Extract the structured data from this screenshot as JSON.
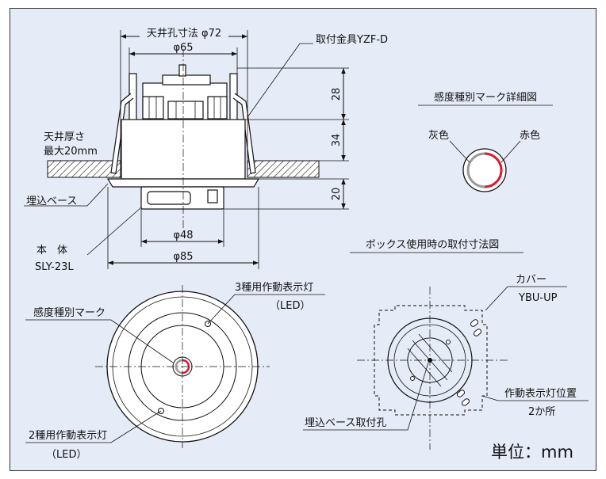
{
  "side_view": {
    "ceiling_hole": "天井孔寸法 φ72",
    "dia_65": "φ65",
    "bracket": "取付金具YZF-D",
    "ceiling_thickness_line1": "天井厚さ",
    "ceiling_thickness_line2": "最大20mm",
    "embed_base": "埋込ベース",
    "body_label": "本　体",
    "model": "SLY-23L",
    "dia_48": "φ48",
    "dia_85": "φ85",
    "h_28": "28",
    "h_34": "34",
    "h_20": "20"
  },
  "mark_detail": {
    "title": "感度種別マーク詳細図",
    "gray_label": "灰色",
    "red_label": "赤色"
  },
  "front_view": {
    "sensitivity_mark": "感度種別マーク",
    "led3_label": "3種用作動表示灯",
    "led3_sub": "（LED）",
    "led2_label": "2種用作動表示灯",
    "led2_sub": "（LED）"
  },
  "box_view": {
    "title": "ボックス使用時の取付寸法図",
    "cover_label": "カバー",
    "cover_model": "YBU-UP",
    "indicator_pos": "作動表示灯位置",
    "indicator_count": "2か所",
    "base_hole": "埋込ベース取付孔"
  },
  "unit": "単位：mm",
  "colors": {
    "background": "#e6ecf7",
    "accent_red": "#e0182d",
    "mark_gray": "#9a9a9a"
  }
}
